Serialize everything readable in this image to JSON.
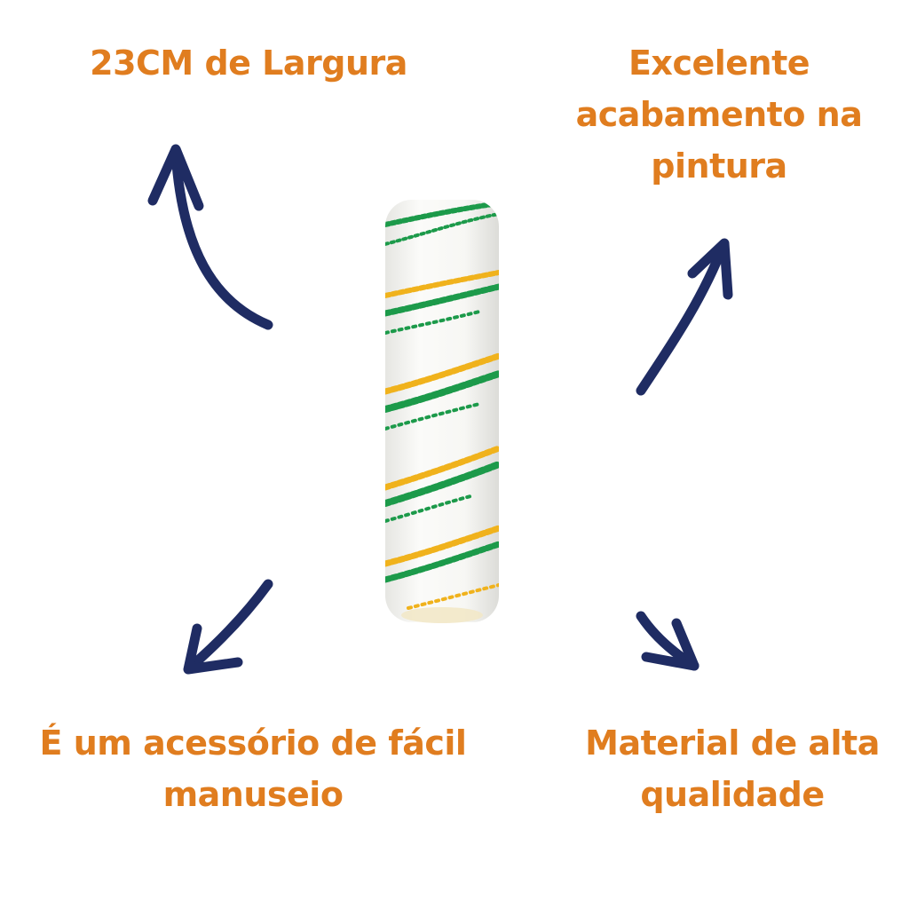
{
  "colors": {
    "text_accent": "#e07d1f",
    "arrow": "#1f2c63",
    "roller_white": "#f4f4f2",
    "stripe_green": "#1c9a4a",
    "stripe_yellow": "#f0b21c"
  },
  "features": {
    "top_left": [
      "23CM de Largura"
    ],
    "top_right": [
      "Excelente",
      "acabamento na",
      "pintura"
    ],
    "bottom_left": [
      "É um acessório de fácil",
      "manuseio"
    ],
    "bottom_right": [
      "Material de alta",
      "qualidade"
    ]
  },
  "icons": {
    "arrow_top_left": "curved-arrow-up-left-icon",
    "arrow_top_right": "curved-arrow-up-right-icon",
    "arrow_bottom_left": "arrow-down-left-icon",
    "arrow_bottom_right": "arrow-down-right-icon",
    "product": "paint-roller-cover-image"
  }
}
